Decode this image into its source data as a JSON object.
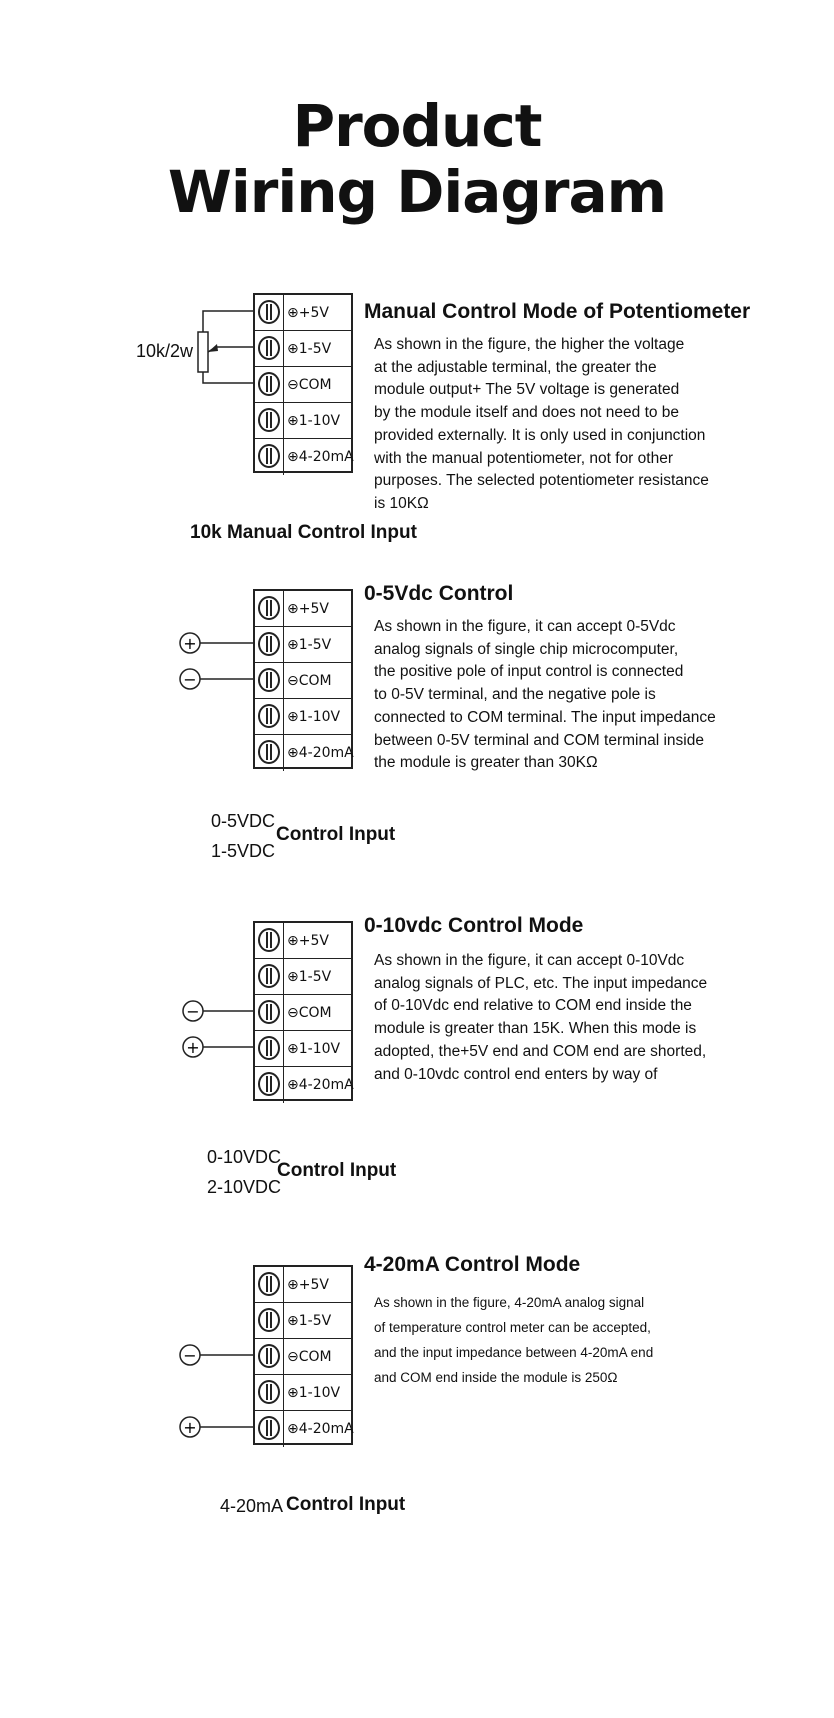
{
  "title": {
    "line1": "Product",
    "line2": "Wiring Diagram"
  },
  "terminals": [
    "⊕+5V",
    "⊕1-5V",
    "⊖COM",
    "⊕1-10V",
    "⊕4-20mA"
  ],
  "polarity": {
    "plus": "+",
    "minus": "−"
  },
  "sections": [
    {
      "heading": "Manual Control Mode of Potentiometer",
      "resistor_label": "10k/2w",
      "description": [
        "As shown in the figure, the higher the voltage",
        "at the adjustable terminal, the greater the",
        "module output+ The 5V voltage is generated",
        "by the module itself and does not need to be",
        "provided externally. It is only used in conjunction",
        "with the manual potentiometer, not for other",
        "purposes. The selected potentiometer resistance",
        "is 10KΩ"
      ],
      "caption": "10k Manual Control Input"
    },
    {
      "heading": "0-5Vdc Control",
      "description": [
        "As shown in the figure, it can accept 0-5Vdc",
        "analog signals of single chip microcomputer,",
        "the positive pole of input control is connected",
        "to 0-5V terminal, and the negative pole is",
        "connected to COM terminal. The input impedance",
        "between 0-5V terminal and COM terminal inside",
        "the module is greater than 30KΩ"
      ],
      "caption_ranges": [
        "0-5VDC",
        "1-5VDC"
      ],
      "caption": "Control Input"
    },
    {
      "heading": "0-10vdc Control Mode",
      "description": [
        "As shown in the figure, it can accept 0-10Vdc",
        "analog signals of PLC, etc. The input impedance",
        "of 0-10Vdc end relative to COM end inside the",
        "module is greater than 15K. When this mode is",
        "adopted, the+5V end and COM end are shorted,",
        "and 0-10vdc control end enters by way of"
      ],
      "caption_ranges": [
        "0-10VDC",
        "2-10VDC"
      ],
      "caption": "Control Input"
    },
    {
      "heading": "4-20mA Control Mode",
      "description": [
        "As shown in the figure, 4-20mA analog signal",
        "of temperature control meter can be accepted,",
        "and the input impedance between 4-20mA end",
        "and COM end inside the module is 250Ω"
      ],
      "caption_range": "4-20mA",
      "caption": "Control Input"
    }
  ]
}
